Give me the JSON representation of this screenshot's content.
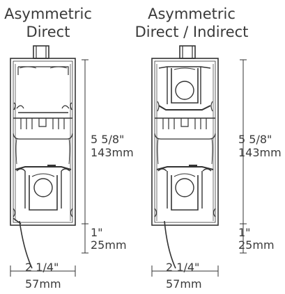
{
  "left_profile": {
    "title_line1": "Asymmetric",
    "title_line2": "Direct",
    "height_imperial": "5 5/8\"",
    "height_metric": "143mm",
    "offset_imperial": "1\"",
    "offset_metric": "25mm",
    "width_imperial": "2 1/4\"",
    "width_metric": "57mm"
  },
  "right_profile": {
    "title_line1": "Asymmetric",
    "title_line2": "Direct / Indirect",
    "height_imperial": "5 5/8\"",
    "height_metric": "143mm",
    "offset_imperial": "1\"",
    "offset_metric": "25mm",
    "width_imperial": "2 1/4\"",
    "width_metric": "57mm"
  }
}
